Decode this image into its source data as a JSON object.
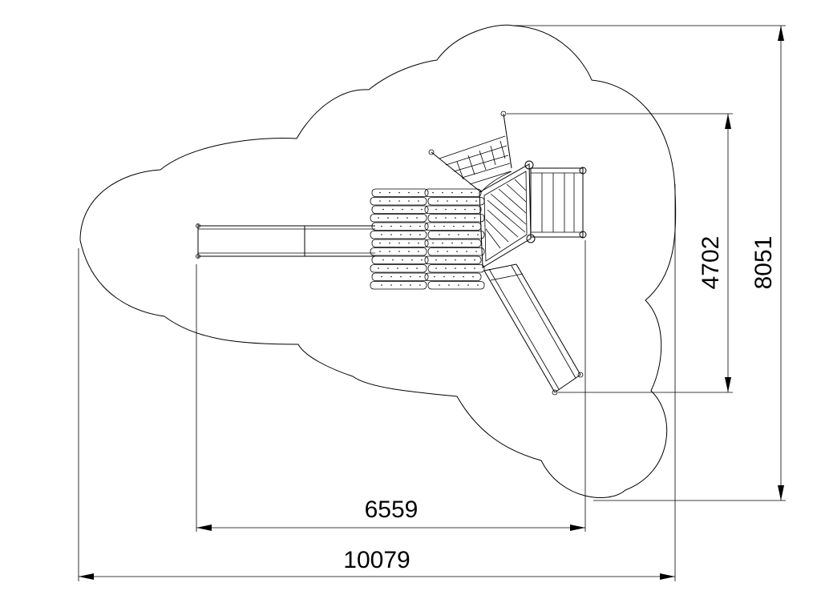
{
  "dimensions": {
    "equipment_width": "6559",
    "zone_width": "10079",
    "equipment_depth": "4702",
    "zone_depth": "8051"
  }
}
